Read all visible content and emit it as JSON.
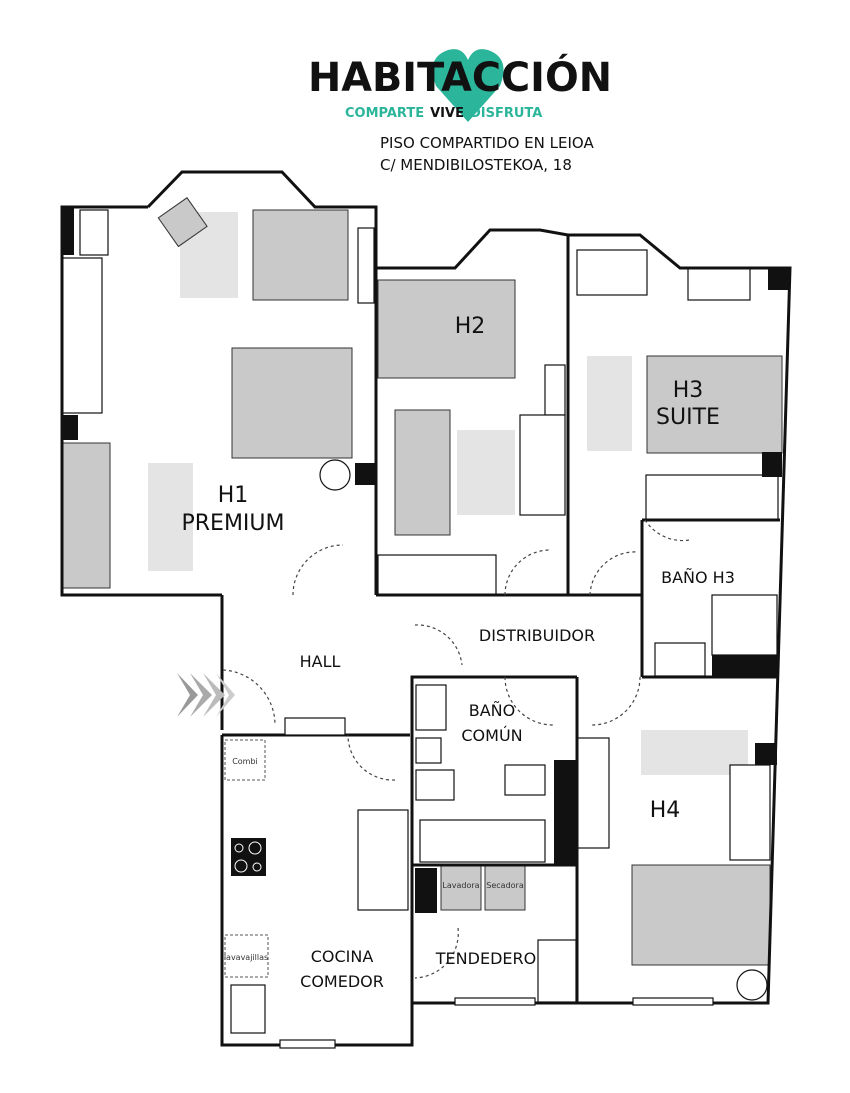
{
  "logo": {
    "brand": "HABITACCIÓN",
    "tag1": "COMPARTE",
    "tag2": "VIVE",
    "tag3": "DISFRUTA",
    "accent": "#2bb59a"
  },
  "header": {
    "line1": "PISO COMPARTIDO EN LEIOA",
    "line2": "C/ MENDIBILOSTEKOA, 18"
  },
  "rooms": {
    "h1_a": "H1",
    "h1_b": "PREMIUM",
    "h2": "H2",
    "h3_a": "H3",
    "h3_b": "SUITE",
    "bano_h3": "BAÑO H3",
    "distribuidor": "DISTRIBUIDOR",
    "hall": "HALL",
    "bano_comun_a": "BAÑO",
    "bano_comun_b": "COMÚN",
    "h4": "H4",
    "cocina_a": "COCINA",
    "cocina_b": "COMEDOR",
    "tendedero": "TENDEDERO"
  },
  "appliances": {
    "combi": "Combi",
    "lavavajillas": "lavavajillas",
    "lavadora": "Lavadora",
    "secadora": "Secadora"
  }
}
